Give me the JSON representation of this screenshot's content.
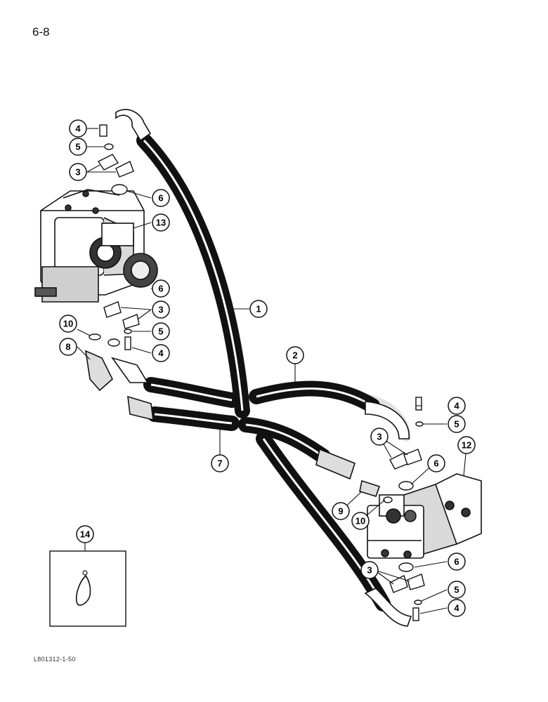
{
  "page": {
    "number": "6-8",
    "footer_code": "L801312-1-50"
  },
  "callouts": {
    "c1": "1",
    "c2": "2",
    "c3a": "3",
    "c3b": "3",
    "c3c": "3",
    "c3d": "3",
    "c4a": "4",
    "c4b": "4",
    "c4c": "4",
    "c4d": "4",
    "c5a": "5",
    "c5b": "5",
    "c5c": "5",
    "c5d": "5",
    "c6a": "6",
    "c6b": "6",
    "c6c": "6",
    "c6d": "6",
    "c7": "7",
    "c8": "8",
    "c9": "9",
    "c10a": "10",
    "c10b": "10",
    "c12": "12",
    "c13": "13",
    "c14": "14"
  }
}
